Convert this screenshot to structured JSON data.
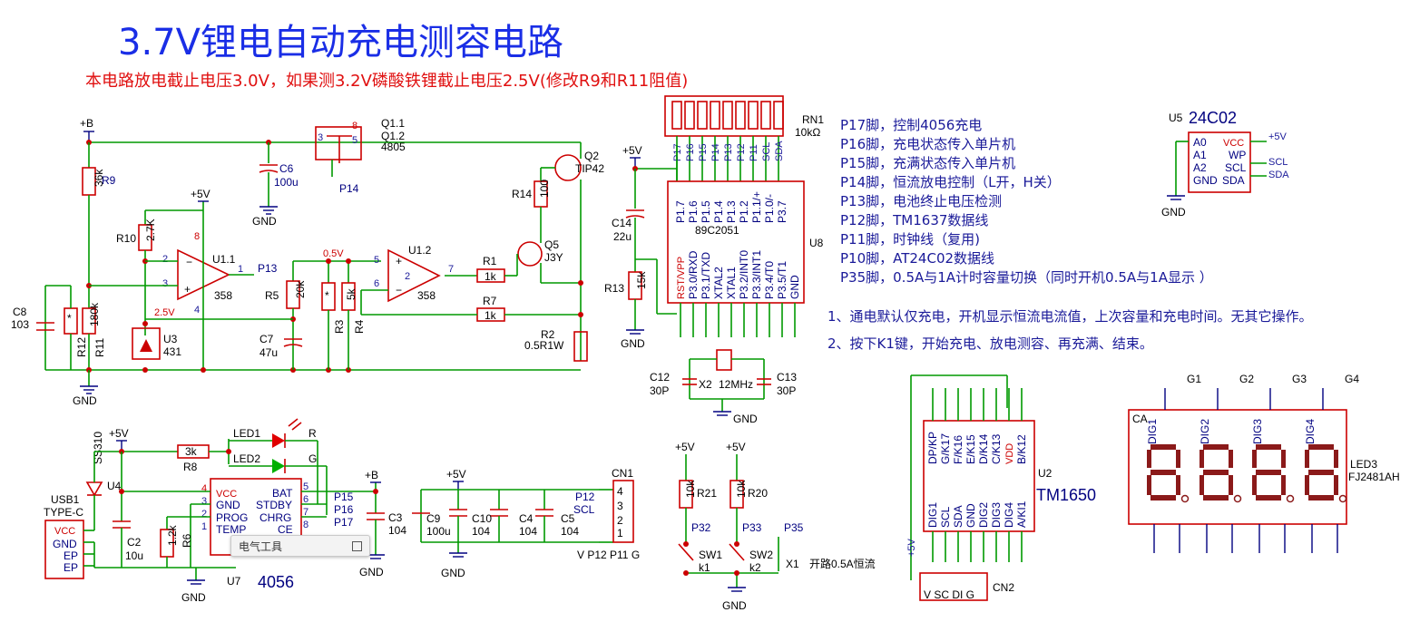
{
  "title": "3.7V锂电自动充电测容电路",
  "subtitle": "本电路放电截止电压3.0V，如果测3.2V磷酸铁锂截止电压2.5V(修改R9和R11阻值)",
  "pin_notes": [
    "P17脚，控制4056充电",
    "P16脚，充电状态传入单片机",
    "P15脚，充满状态传入单片机",
    "P14脚，恒流放电控制（L开，H关）",
    "P13脚，电池终止电压检测",
    "P12脚，TM1637数据线",
    "P11脚，时钟线（复用)",
    "P10脚，AT24C02数据线",
    "P35脚，0.5A与1A计时容量切换（同时开机0.5A与1A显示 ）"
  ],
  "usage_notes": [
    "1、通电默认仅充电，开机显示恒流电流值，上次容量和充电时间。无其它操作。",
    "2、按下K1键，开始充电、放电测容、再充满、结束。"
  ],
  "labels": {
    "plusB": "+B",
    "plus5v": "+5V",
    "gnd": "GND",
    "r9": "R9",
    "r9v": "36k",
    "r10": "R10",
    "r10v": "2.7K",
    "r11": "R11",
    "r11v": "180k",
    "r12": "R12",
    "star": "*",
    "c8": "C8",
    "c8v": "103",
    "u11": "U1.1",
    "u12": "U1.2",
    "op358": "358",
    "p13": "P13",
    "u3": "U3",
    "u3v": "431",
    "v25": "2.5V",
    "v05": "0.5V",
    "c6": "C6",
    "c6v": "100u",
    "q11": "Q1.1",
    "q12": "Q1.2",
    "q1v": "4805",
    "p14": "P14",
    "q2": "Q2",
    "q2v": "TIP42",
    "r14": "R14",
    "r14v": "100",
    "q5": "Q5",
    "q5v": "J3Y",
    "r1": "R1",
    "r1v": "1k",
    "r7": "R7",
    "r7v": "1k",
    "r2": "R2",
    "r2v": "0.5R1W",
    "r5": "R5",
    "r5v": "20k",
    "r3": "R3",
    "r4": "R4",
    "r4v": "5k",
    "c7": "C7",
    "c7v": "47u",
    "rn1": "RN1",
    "rn1v": "10kΩ",
    "c14": "C14",
    "c14v": "22u",
    "r13": "R13",
    "r13v": "15k",
    "u8": "U8",
    "u8v": "89C2051",
    "c12": "C12",
    "c12v": "30P",
    "c13": "C13",
    "c13v": "30P",
    "x2": "X2",
    "x2v": "12MHz",
    "u5": "U5",
    "u5v": "24C02",
    "a0": "A0",
    "a1": "A1",
    "a2": "A2",
    "gnd2": "GND",
    "vcc": "VCC",
    "wp": "WP",
    "scl": "SCL",
    "sda": "SDA",
    "usb1": "USB1",
    "usbtype": "TYPE-C",
    "ep": "EP",
    "ss310": "SS310",
    "u4": "U4",
    "c2": "C2",
    "c2v": "10u",
    "r8": "R8",
    "r8v": "3k",
    "r6": "R6",
    "r6v": "1.2k",
    "led1": "LED1",
    "led2": "LED2",
    "rr": "R",
    "gg": "G",
    "bat": "BAT",
    "stdby": "STDBY",
    "chrg": "CHRG",
    "ce": "CE",
    "prog": "PROG",
    "temp": "TEMP",
    "u7": "U7",
    "u7v": "4056",
    "p15": "P15",
    "p16": "P16",
    "p17": "P17",
    "c3": "C3",
    "c3v": "104",
    "c9": "C9",
    "c9v": "100u",
    "c10": "C10",
    "c10v": "104",
    "c4": "C4",
    "c4v": "104",
    "c5": "C5",
    "c5v": "104",
    "p12": "P12",
    "cn1": "CN1",
    "cn1pins": "V P12 P11 G",
    "r21": "R21",
    "r21v": "10k",
    "r20": "R20",
    "r20v": "10k",
    "p32": "P32",
    "p33": "P33",
    "p35": "P35",
    "sw1": "SW1",
    "k1": "k1",
    "sw2": "SW2",
    "k2": "k2",
    "x1": "X1",
    "x1v": "开路0.5A恒流",
    "u2": "U2",
    "u2v": "TM1650",
    "cn2": "CN2",
    "cn2pins": "V SC DI G",
    "led3": "LED3",
    "led3v": "FJ2481AH",
    "ca": "CA"
  },
  "u8_top_pins": [
    "P1.7",
    "P1.6",
    "P1.5",
    "P1.4",
    "P1.3",
    "P1.2",
    "P1.1/+",
    "P1.0/-",
    "P3.7"
  ],
  "u8_bot_pins": [
    "RST/VPP",
    "P3.0/RXD",
    "P3.1/TXD",
    "XTAL2",
    "XTAL1",
    "P3.2/INT0",
    "P3.3/INT1",
    "P3.4/T0",
    "P3.5/T1",
    "GND"
  ],
  "rn_pins": [
    "P17",
    "P16",
    "P15",
    "P14",
    "P13",
    "P12",
    "P11",
    "SCL",
    "SDA"
  ],
  "u2_top_pins": [
    "DP/KP",
    "G/K17",
    "F/K16",
    "E/K15",
    "D/K14",
    "C/K13",
    "VDD",
    "B/K12"
  ],
  "u2_bot_pins": [
    "DIG1",
    "SCL",
    "SDA",
    "GND",
    "DIG2",
    "DIG3",
    "DIG4",
    "A/KI1"
  ],
  "led3_digits": [
    "DIG1",
    "DIG2",
    "DIG3",
    "DIG4"
  ],
  "led3_groups": [
    "G1",
    "G2",
    "G3",
    "G4"
  ],
  "popup_title": "电气工具"
}
